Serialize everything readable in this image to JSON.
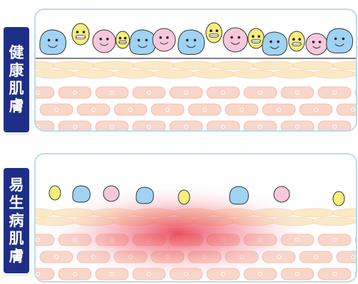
{
  "labels": {
    "healthy": [
      "健",
      "康",
      "肌",
      "膚"
    ],
    "sick": [
      "易",
      "生",
      "病",
      "肌",
      "膚"
    ]
  },
  "colors": {
    "label_bg": "#1f2f87",
    "panel_border": "#b8dcef",
    "cell_fill": "#f8d6c9",
    "cell_stroke": "#eeb4a3",
    "top_layer": "#fbe9c8",
    "inflammation": "#e8334a",
    "bacteria_blue": "#9fd3f4",
    "bacteria_yellow": "#f7ee7c",
    "bacteria_pink": "#f7c8dc"
  },
  "icons": [
    "smiling-bacteria-icon",
    "germ-icon"
  ]
}
